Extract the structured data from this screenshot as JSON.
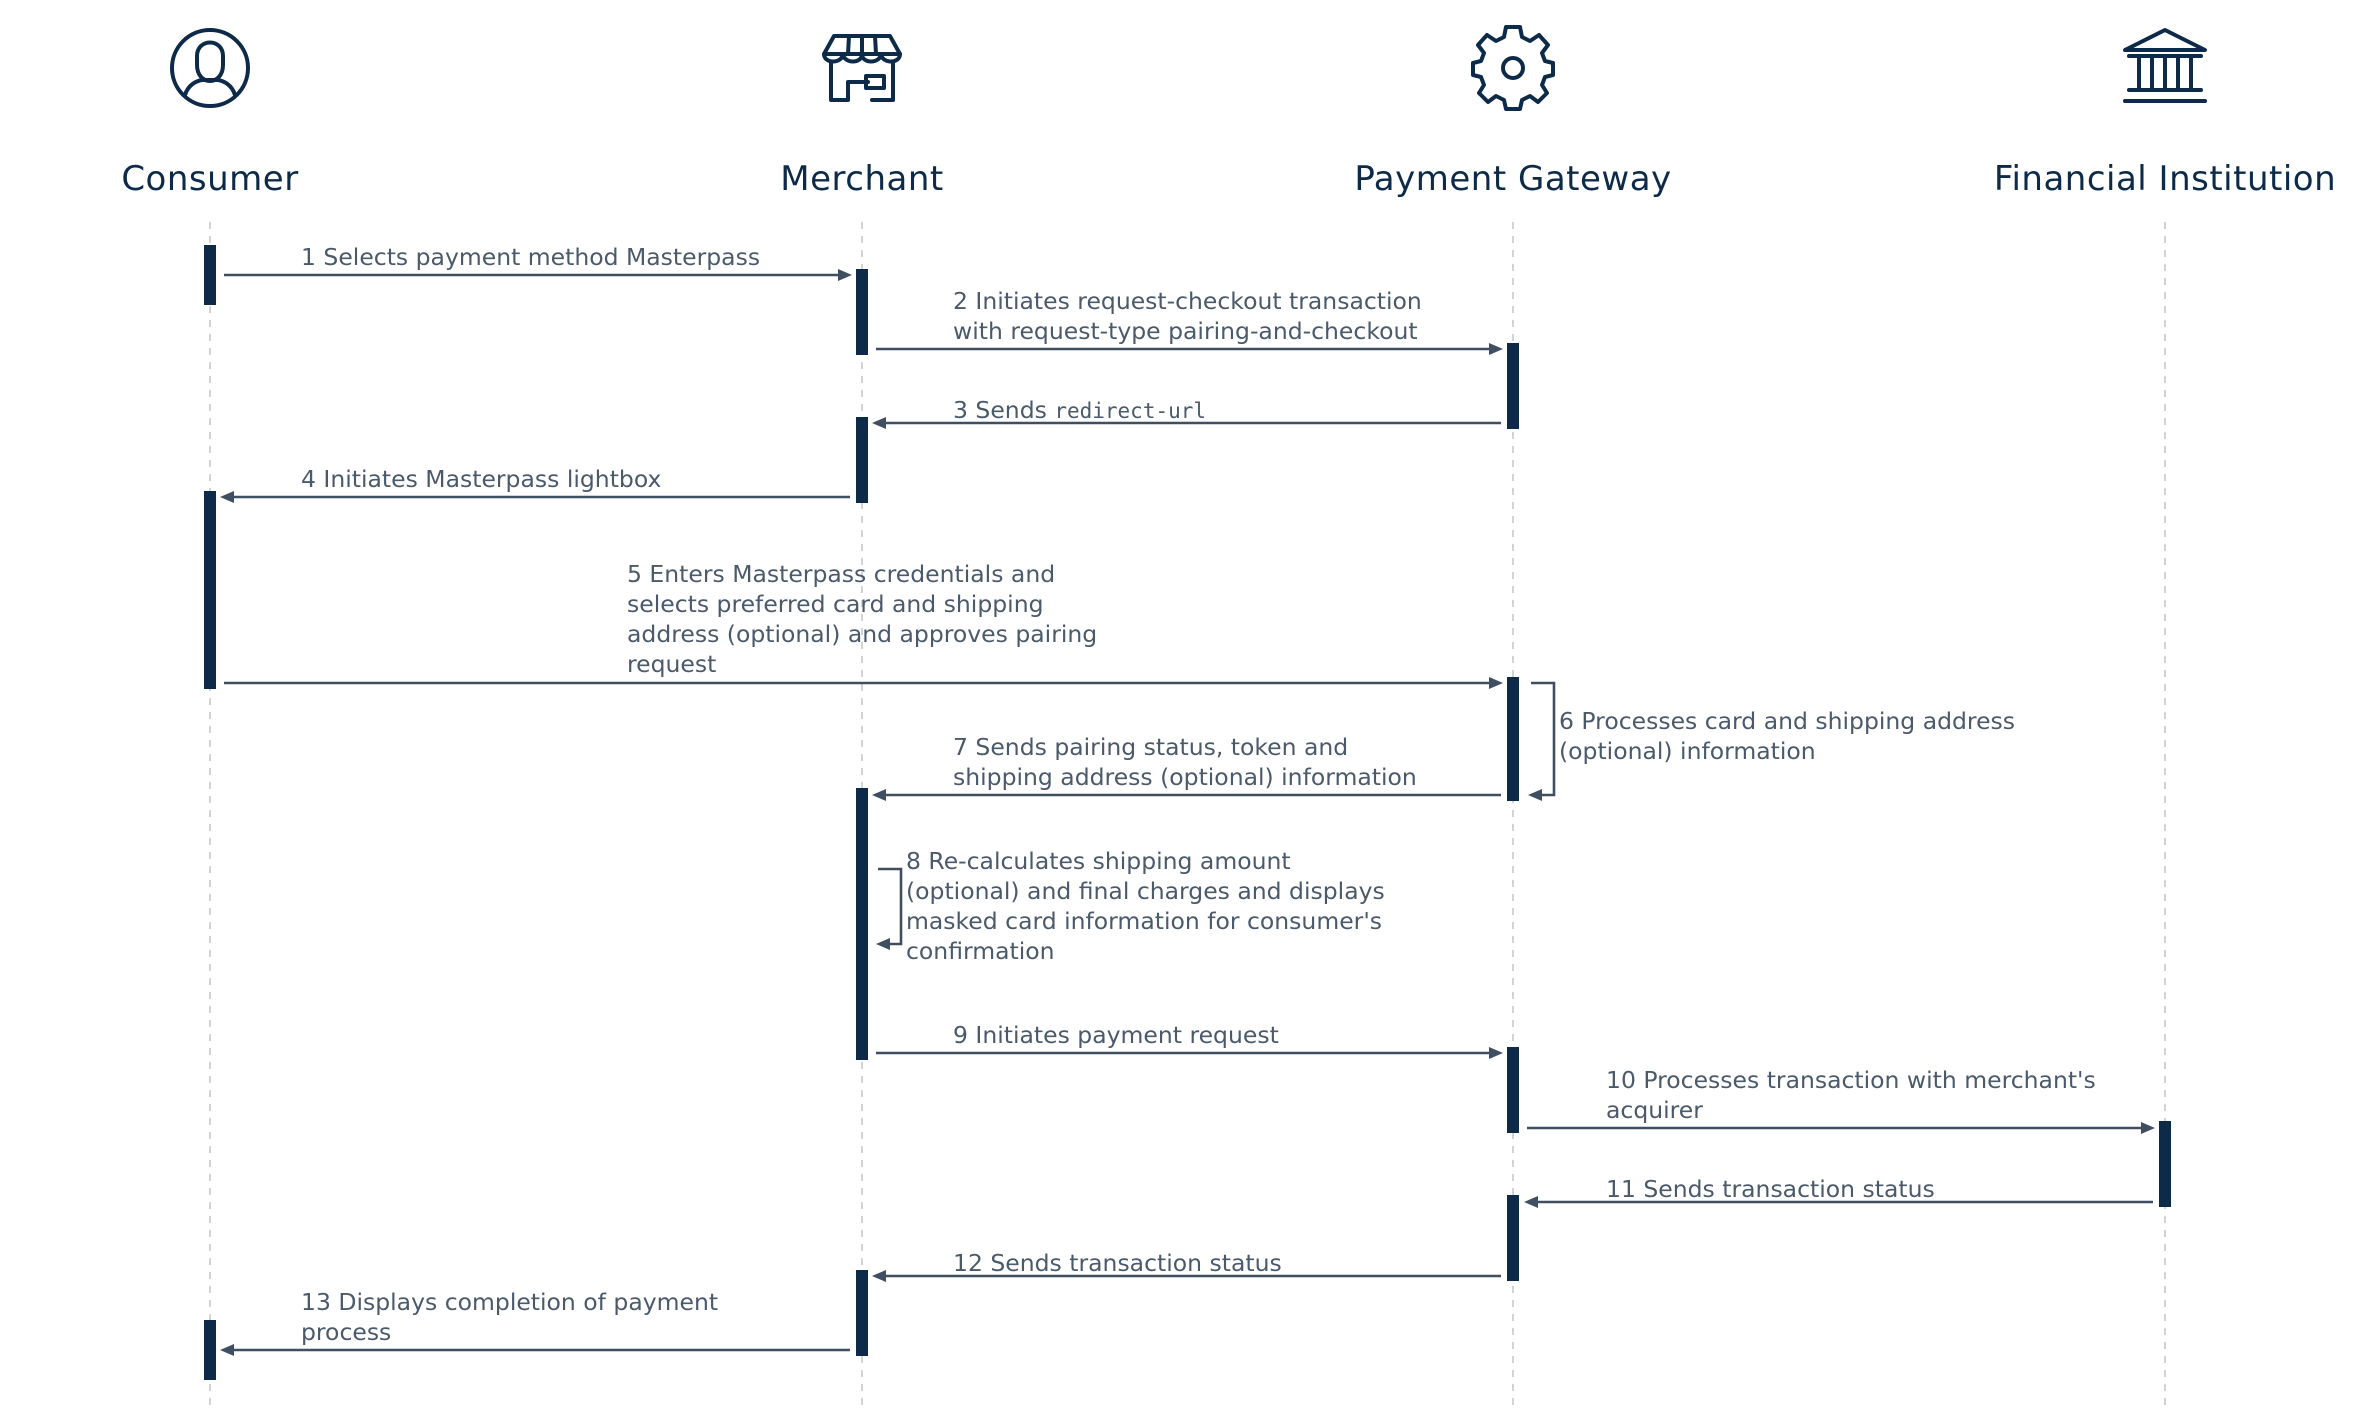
{
  "actors": [
    {
      "name": "Consumer",
      "icon": "person-icon"
    },
    {
      "name": "Merchant",
      "icon": "storefront-icon"
    },
    {
      "name": "Payment Gateway",
      "icon": "gear-icon"
    },
    {
      "name": "Financial Institution",
      "icon": "bank-icon"
    }
  ],
  "messages": [
    {
      "from": 0,
      "to": 1,
      "lines": [
        "1 Selects payment method Masterpass"
      ]
    },
    {
      "from": 1,
      "to": 2,
      "lines": [
        "2 Initiates request-checkout transaction",
        "with request-type pairing-and-checkout"
      ]
    },
    {
      "from": 2,
      "to": 1,
      "lines": [
        "3 Sends "
      ],
      "code": "redirect-url"
    },
    {
      "from": 1,
      "to": 0,
      "lines": [
        "4 Initiates Masterpass lightbox"
      ]
    },
    {
      "from": 0,
      "to": 2,
      "lines": [
        "5 Enters Masterpass credentials and",
        "selects preferred card and shipping",
        "address (optional) and approves pairing",
        "request"
      ]
    },
    {
      "from": 2,
      "to": 2,
      "self": true,
      "lines": [
        "6 Processes card and shipping address",
        "(optional) information"
      ]
    },
    {
      "from": 2,
      "to": 1,
      "lines": [
        "7 Sends pairing status, token and",
        "shipping address (optional) information"
      ]
    },
    {
      "from": 1,
      "to": 1,
      "self": true,
      "lines": [
        "8 Re-calculates shipping amount",
        "(optional) and final charges and displays",
        "masked card information for consumer's",
        "confirmation"
      ]
    },
    {
      "from": 1,
      "to": 2,
      "lines": [
        "9 Initiates payment request"
      ]
    },
    {
      "from": 2,
      "to": 3,
      "lines": [
        "10 Processes transaction with merchant's",
        "acquirer"
      ]
    },
    {
      "from": 3,
      "to": 2,
      "lines": [
        "11 Sends transaction status"
      ]
    },
    {
      "from": 2,
      "to": 1,
      "lines": [
        "12 Sends transaction status"
      ]
    },
    {
      "from": 1,
      "to": 0,
      "lines": [
        "13 Displays completion of payment",
        "process"
      ]
    }
  ],
  "colors": {
    "primary": "#0d2a48",
    "arrow": "#3f4f61",
    "label": "#4a5a6b",
    "lifeline": "#c4c9cf"
  }
}
